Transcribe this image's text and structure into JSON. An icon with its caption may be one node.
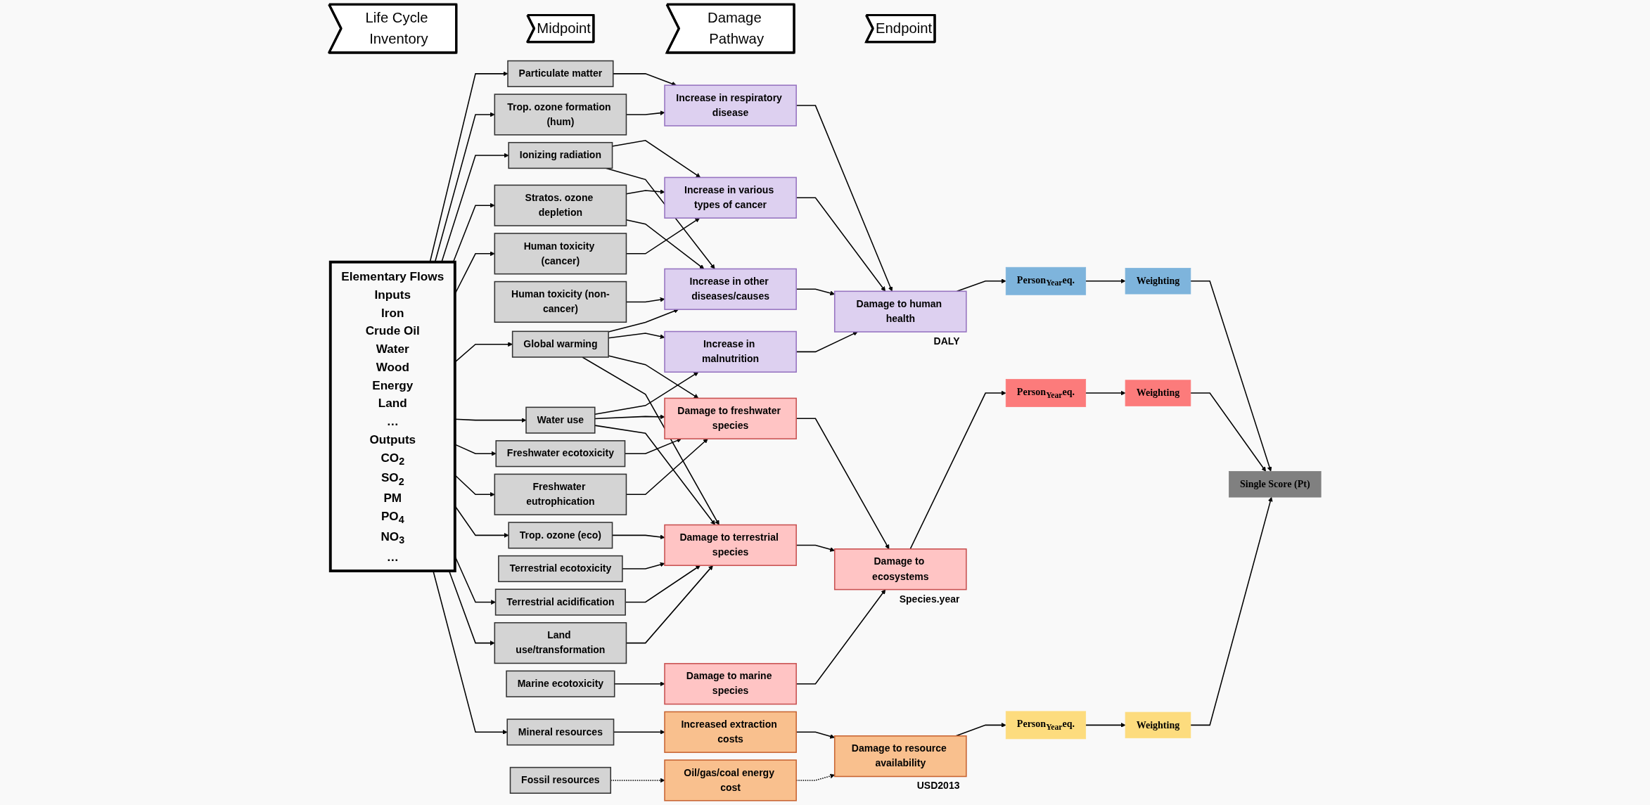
{
  "diagram": {
    "nodes": [
      {
        "text": [
          "Life Cycle Inventory"
        ]
      },
      {
        "text": [
          "Midpoint"
        ]
      },
      {
        "text": [
          "Damage Pathway"
        ]
      },
      {
        "text": [
          "Endpoint"
        ]
      },
      {
        "text": [
          "Elementary Flows",
          "Inputs",
          "Iron",
          "Crude Oil",
          "Water",
          "Wood",
          "Energy",
          "Land",
          "…",
          "Outputs",
          "CO$_{2}$",
          "SO$_{2}$",
          "PM",
          "PO$_{4}$",
          "NO$_{3}$",
          "…"
        ]
      },
      {
        "text": [
          "Particulate matter"
        ]
      },
      {
        "text": [
          "Trop. ozone formation (hum)"
        ]
      },
      {
        "text": [
          "Ionizing radiation"
        ]
      },
      {
        "text": [
          "Stratos. ozone depletion"
        ]
      },
      {
        "text": [
          "Human toxicity (cancer)"
        ]
      },
      {
        "text": [
          "Human toxicity (non-cancer)"
        ]
      },
      {
        "text": [
          "Global warming"
        ]
      },
      {
        "text": [
          "Water use"
        ]
      },
      {
        "text": [
          "Freshwater ecotoxicity"
        ]
      },
      {
        "text": [
          "Freshwater eutrophication"
        ]
      },
      {
        "text": [
          "Trop. ozone (eco)"
        ]
      },
      {
        "text": [
          "Terrestrial ecotoxicity"
        ]
      },
      {
        "text": [
          "Terrestrial acidification"
        ]
      },
      {
        "text": [
          "Land use/transformation"
        ]
      },
      {
        "text": [
          "Marine ecotoxicity"
        ]
      },
      {
        "text": [
          "Mineral resources"
        ]
      },
      {
        "text": [
          "Fossil resources"
        ]
      },
      {
        "text": [
          "Increase in respiratory disease"
        ]
      },
      {
        "text": [
          "Increase in various types of cancer"
        ]
      },
      {
        "text": [
          "Increase in other diseases/causes"
        ]
      },
      {
        "text": [
          "Increase in malnutrition"
        ]
      },
      {
        "text": [
          "Damage to freshwater species"
        ]
      },
      {
        "text": [
          "Damage to terrestrial species"
        ]
      },
      {
        "text": [
          "Damage to marine species"
        ]
      },
      {
        "text": [
          "Increased extraction costs"
        ]
      },
      {
        "text": [
          "Oil/gas/coal energy cost"
        ]
      },
      {
        "text": [
          "Damage to human health"
        ],
        "beside": [
          "DALY"
        ]
      },
      {
        "text": [
          "Damage to ecosystems"
        ],
        "beside": [
          "Species.year"
        ]
      },
      {
        "text": [
          "Damage to resource availability"
        ],
        "beside": [
          "USD2013"
        ]
      },
      {
        "text": [
          "Person$_{Year}$eq."
        ]
      },
      {
        "text": [
          "Weighting"
        ]
      },
      {
        "text": [
          "Person$_{Year}$eq."
        ]
      },
      {
        "text": [
          "Weighting"
        ]
      },
      {
        "text": [
          "Single Score (Pt)"
        ]
      },
      {
        "text": [
          "Weighting"
        ]
      },
      {
        "text": [
          "Person$_{Year}$eq."
        ]
      }
    ],
    "edges": [
      {
        "from": 4,
        "to": 5,
        "arrow": "to"
      },
      {
        "from": 4,
        "to": 6,
        "arrow": "to"
      },
      {
        "from": 4,
        "to": 7,
        "arrow": "to"
      },
      {
        "from": 4,
        "to": 8,
        "arrow": "to"
      },
      {
        "from": 4,
        "to": 9,
        "arrow": "to"
      },
      {
        "from": 4,
        "to": 11,
        "arrow": "to"
      },
      {
        "from": 4,
        "to": 12,
        "arrow": "to"
      },
      {
        "from": 4,
        "to": 13,
        "arrow": "to"
      },
      {
        "from": 4,
        "to": 14,
        "arrow": "to"
      },
      {
        "from": 4,
        "to": 15,
        "arrow": "to"
      },
      {
        "from": 4,
        "to": 17,
        "arrow": "to"
      },
      {
        "from": 4,
        "to": 18,
        "arrow": "to"
      },
      {
        "from": 4,
        "to": 20,
        "arrow": "to"
      },
      {
        "from": 5,
        "to": 22,
        "arrow": "to"
      },
      {
        "from": 6,
        "to": 22,
        "arrow": "to"
      },
      {
        "from": 7,
        "to": 23,
        "arrow": "to"
      },
      {
        "from": 7,
        "to": 24,
        "arrow": "to"
      },
      {
        "from": 8,
        "to": 23,
        "arrow": "to"
      },
      {
        "from": 8,
        "to": 24,
        "arrow": "to"
      },
      {
        "from": 9,
        "to": 23,
        "arrow": "to"
      },
      {
        "from": 10,
        "to": 24,
        "arrow": "to"
      },
      {
        "from": 11,
        "to": 24,
        "arrow": "to"
      },
      {
        "from": 11,
        "to": 25,
        "arrow": "to"
      },
      {
        "from": 11,
        "to": 26,
        "arrow": "to"
      },
      {
        "from": 11,
        "to": 27,
        "arrow": "to"
      },
      {
        "from": 12,
        "to": 25,
        "arrow": "to"
      },
      {
        "from": 12,
        "to": 26,
        "arrow": "to"
      },
      {
        "from": 12,
        "to": 27,
        "arrow": "to"
      },
      {
        "from": 13,
        "to": 26,
        "arrow": "to"
      },
      {
        "from": 14,
        "to": 26,
        "arrow": "to"
      },
      {
        "from": 15,
        "to": 27,
        "arrow": "to"
      },
      {
        "from": 16,
        "to": 27,
        "arrow": "to"
      },
      {
        "from": 17,
        "to": 27,
        "arrow": "to"
      },
      {
        "from": 18,
        "to": 27,
        "arrow": "to"
      },
      {
        "from": 19,
        "to": 28,
        "arrow": "to"
      },
      {
        "from": 20,
        "to": 29,
        "arrow": "to"
      },
      {
        "from": 21,
        "to": 30,
        "arrow": "to",
        "style": "dashed"
      },
      {
        "from": 22,
        "to": 31,
        "arrow": "to"
      },
      {
        "from": 23,
        "to": 31,
        "arrow": "to"
      },
      {
        "from": 24,
        "to": 31,
        "arrow": "to"
      },
      {
        "from": 25,
        "to": 31,
        "arrow": "to"
      },
      {
        "from": 26,
        "to": 32,
        "arrow": "to"
      },
      {
        "from": 27,
        "to": 32,
        "arrow": "to"
      },
      {
        "from": 28,
        "to": 32,
        "arrow": "to"
      },
      {
        "from": 29,
        "to": 33,
        "arrow": "to"
      },
      {
        "from": 30,
        "to": 33,
        "arrow": "to",
        "style": "dashed"
      },
      {
        "from": 31,
        "to": 34,
        "arrow": "to"
      },
      {
        "from": 32,
        "to": 36,
        "arrow": "to"
      },
      {
        "from": 33,
        "to": 40,
        "arrow": "to"
      },
      {
        "from": 34,
        "to": 35,
        "arrow": "to"
      },
      {
        "from": 36,
        "to": 37,
        "arrow": "to"
      },
      {
        "from": 40,
        "to": 39,
        "arrow": "to"
      },
      {
        "from": 35,
        "to": 38,
        "arrow": "to"
      },
      {
        "from": 37,
        "to": 38,
        "arrow": "to"
      },
      {
        "from": 39,
        "to": 38,
        "arrow": "to"
      }
    ]
  }
}
